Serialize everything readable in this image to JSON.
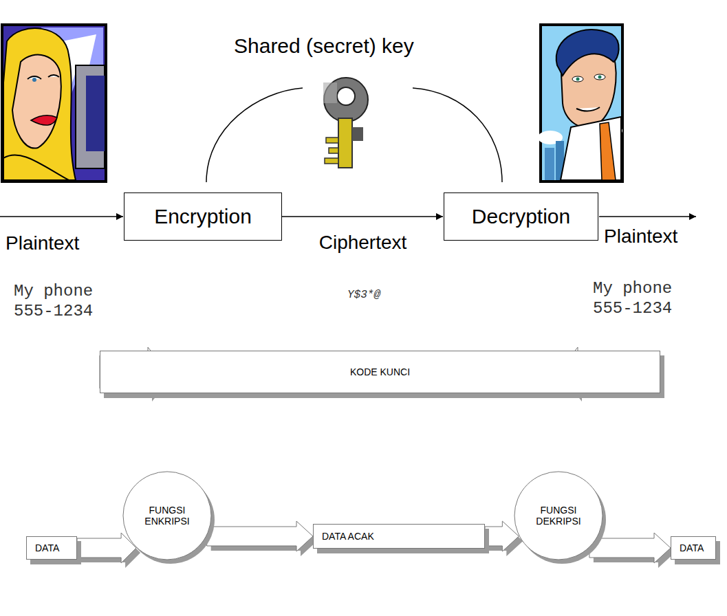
{
  "diagram": {
    "nodes": [
      {
        "text": [
          "Encryption"
        ]
      },
      {
        "text": [
          "Decryption"
        ]
      },
      {
        "text": [
          "KODE KUNCI"
        ]
      },
      {
        "text": [
          "DATA"
        ]
      },
      {
        "text": [
          "FUNGSI ENKRIPSI"
        ]
      },
      {
        "text": [
          "DATA ACAK"
        ]
      },
      {
        "text": [
          "FUNGSI DEKRIPSI"
        ]
      },
      {
        "text": [
          "DATA"
        ]
      }
    ],
    "edges": [
      {
        "from": 0,
        "to": 1,
        "arrow": "to",
        "label": "Ciphertext"
      },
      {
        "from": 3,
        "to": 4,
        "arrow": "to"
      },
      {
        "from": 4,
        "to": 5,
        "arrow": "to"
      },
      {
        "from": 5,
        "to": 6,
        "arrow": "to"
      },
      {
        "from": 6,
        "to": 7,
        "arrow": "to"
      },
      {
        "from": 2,
        "to": 4,
        "arrow": "to"
      },
      {
        "from": 2,
        "to": 6,
        "arrow": "to"
      }
    ],
    "labels": [
      "Shared (secret) key",
      "Plaintext",
      "My phone 555-1234",
      "Y$3*@",
      "Plaintext",
      "My phone 555-1234"
    ]
  }
}
